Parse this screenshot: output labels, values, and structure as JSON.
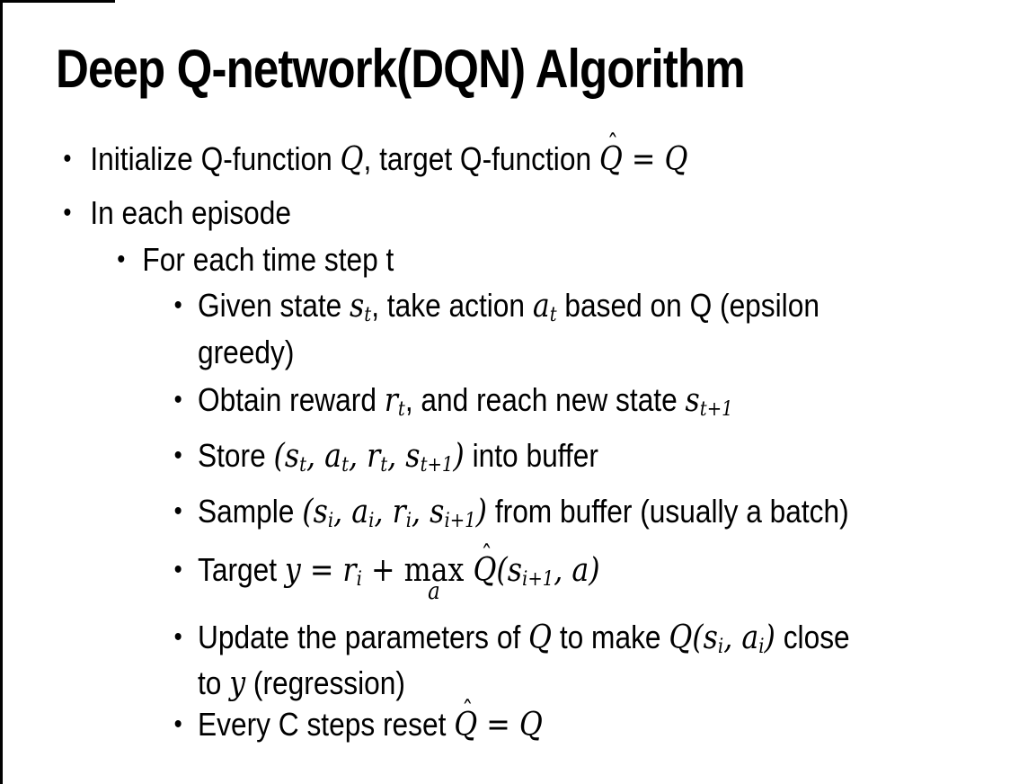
{
  "slide": {
    "title": "Deep Q-network(DQN) Algorithm",
    "bullet_glyph": "•",
    "colors": {
      "text": "#000000",
      "background": "#ffffff",
      "border": "#000000"
    },
    "bullets": [
      {
        "level": 1,
        "segments": [
          {
            "k": "n",
            "t": "Initialize Q-function "
          },
          {
            "k": "m",
            "t": "Q"
          },
          {
            "k": "n",
            "t": ", target Q-function "
          },
          {
            "k": "mhat",
            "t": "Q"
          },
          {
            "k": "m",
            "t": " = Q"
          }
        ]
      },
      {
        "level": 1,
        "segments": [
          {
            "k": "n",
            "t": "In each episode"
          }
        ]
      },
      {
        "level": 2,
        "segments": [
          {
            "k": "n",
            "t": "For each time step t"
          }
        ]
      },
      {
        "level": 3,
        "segments": [
          {
            "k": "n",
            "t": "Given state "
          },
          {
            "k": "m",
            "t": "s"
          },
          {
            "k": "ms",
            "t": "t"
          },
          {
            "k": "n",
            "t": ", take action "
          },
          {
            "k": "m",
            "t": "a"
          },
          {
            "k": "ms",
            "t": "t"
          },
          {
            "k": "n",
            "t": " based on Q (epsilon"
          },
          {
            "k": "br"
          },
          {
            "k": "n",
            "t": "greedy)"
          }
        ]
      },
      {
        "level": 3,
        "segments": [
          {
            "k": "n",
            "t": "Obtain reward "
          },
          {
            "k": "m",
            "t": "r"
          },
          {
            "k": "ms",
            "t": "t"
          },
          {
            "k": "n",
            "t": ", and reach new state "
          },
          {
            "k": "m",
            "t": "s"
          },
          {
            "k": "ms",
            "t": "t+1"
          }
        ]
      },
      {
        "level": 3,
        "segments": [
          {
            "k": "n",
            "t": "Store "
          },
          {
            "k": "m",
            "t": "(s"
          },
          {
            "k": "ms",
            "t": "t"
          },
          {
            "k": "m",
            "t": ", a"
          },
          {
            "k": "ms",
            "t": "t"
          },
          {
            "k": "m",
            "t": ", r"
          },
          {
            "k": "ms",
            "t": "t"
          },
          {
            "k": "m",
            "t": ", s"
          },
          {
            "k": "ms",
            "t": "t+1"
          },
          {
            "k": "m",
            "t": ")"
          },
          {
            "k": "n",
            "t": " into buffer"
          }
        ]
      },
      {
        "level": 3,
        "segments": [
          {
            "k": "n",
            "t": "Sample "
          },
          {
            "k": "m",
            "t": "(s"
          },
          {
            "k": "ms",
            "t": "i"
          },
          {
            "k": "m",
            "t": ", a"
          },
          {
            "k": "ms",
            "t": "i"
          },
          {
            "k": "m",
            "t": ", r"
          },
          {
            "k": "ms",
            "t": "i"
          },
          {
            "k": "m",
            "t": ", s"
          },
          {
            "k": "ms",
            "t": "i+1"
          },
          {
            "k": "m",
            "t": ")"
          },
          {
            "k": "n",
            "t": " from buffer (usually a batch)"
          }
        ]
      },
      {
        "level": 3,
        "segments": [
          {
            "k": "n",
            "t": "Target "
          },
          {
            "k": "m",
            "t": "y = r"
          },
          {
            "k": "ms",
            "t": "i"
          },
          {
            "k": "m",
            "t": " + "
          },
          {
            "k": "maxunder",
            "main": "max",
            "under": "a"
          },
          {
            "k": "m",
            "t": " "
          },
          {
            "k": "mhat",
            "t": "Q"
          },
          {
            "k": "m",
            "t": "(s"
          },
          {
            "k": "ms",
            "t": "i+1"
          },
          {
            "k": "m",
            "t": ", a)"
          }
        ]
      },
      {
        "level": 3,
        "segments": [
          {
            "k": "n",
            "t": "Update the parameters of "
          },
          {
            "k": "m",
            "t": "Q"
          },
          {
            "k": "n",
            "t": " to make "
          },
          {
            "k": "m",
            "t": "Q(s"
          },
          {
            "k": "ms",
            "t": "i"
          },
          {
            "k": "m",
            "t": ", a"
          },
          {
            "k": "ms",
            "t": "i"
          },
          {
            "k": "m",
            "t": ")"
          },
          {
            "k": "n",
            "t": " close"
          },
          {
            "k": "br"
          },
          {
            "k": "n",
            "t": "to "
          },
          {
            "k": "m",
            "t": "y"
          },
          {
            "k": "n",
            "t": " (regression)"
          }
        ]
      },
      {
        "level": 3,
        "segments": [
          {
            "k": "n",
            "t": "Every C steps reset "
          },
          {
            "k": "mhat",
            "t": "Q"
          },
          {
            "k": "m",
            "t": " = Q"
          }
        ]
      }
    ]
  }
}
